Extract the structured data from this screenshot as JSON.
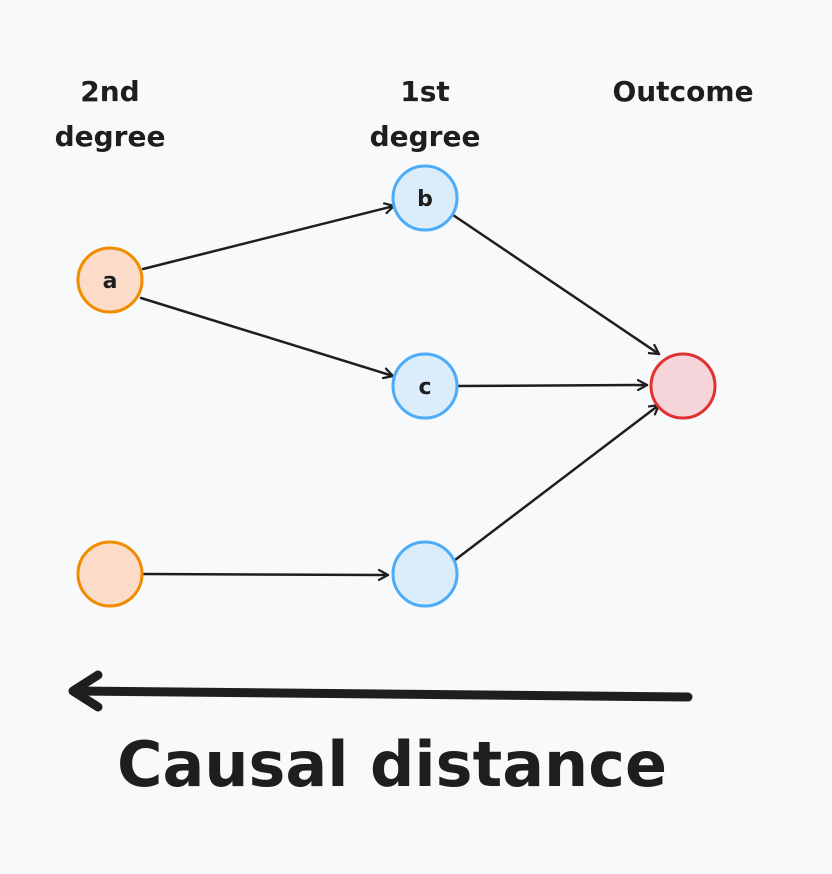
{
  "colors": {
    "background": "#f8f9fa",
    "ink": "#1e1e1e",
    "second_degree_stroke": "#f08c00",
    "second_degree_fill": "#fcdcc8",
    "first_degree_stroke": "#4dabf7",
    "first_degree_fill": "#dbecfb",
    "outcome_stroke": "#e03131",
    "outcome_fill": "#f6d5da"
  },
  "columns": {
    "second_degree": {
      "line1": "2nd",
      "line2": "degree"
    },
    "first_degree": {
      "line1": "1st",
      "line2": "degree"
    },
    "outcome": {
      "label": "Outcome"
    }
  },
  "nodes": {
    "a": {
      "label": "a"
    },
    "b": {
      "label": "b"
    },
    "c": {
      "label": "c"
    },
    "second_degree_unlabeled": {
      "label": ""
    },
    "first_degree_unlabeled": {
      "label": ""
    },
    "outcome": {
      "label": ""
    }
  },
  "edges": [
    {
      "from": "a",
      "to": "b"
    },
    {
      "from": "a",
      "to": "c"
    },
    {
      "from": "b",
      "to": "outcome"
    },
    {
      "from": "c",
      "to": "outcome"
    },
    {
      "from": "second_degree_unlabeled",
      "to": "first_degree_unlabeled"
    },
    {
      "from": "first_degree_unlabeled",
      "to": "outcome"
    }
  ],
  "axis": {
    "label": "Causal distance",
    "direction": "right-to-left"
  }
}
